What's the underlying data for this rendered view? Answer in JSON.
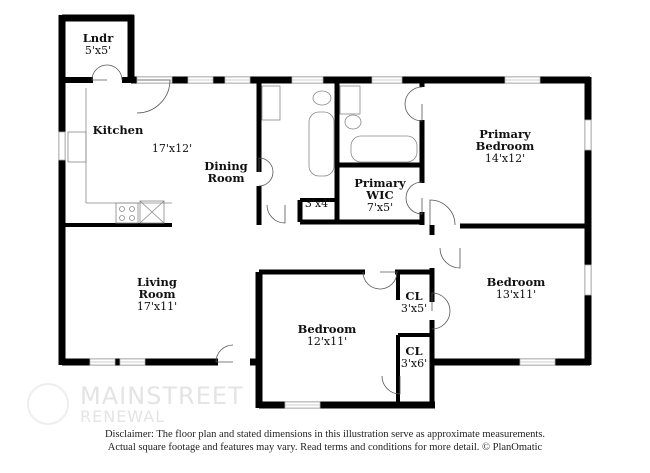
{
  "rooms": [
    {
      "id": "laundry",
      "name_lines": [
        "Lndr"
      ],
      "dims": "5'x5'"
    },
    {
      "id": "kitchen",
      "name_lines": [
        "Kitchen"
      ],
      "dims": "17'x12'"
    },
    {
      "id": "dining",
      "name_lines": [
        "Dining",
        "Room"
      ],
      "dims": ""
    },
    {
      "id": "closet-hall",
      "name_lines": [],
      "dims": "3'x4'"
    },
    {
      "id": "primary-wic",
      "name_lines": [
        "Primary",
        "WIC"
      ],
      "dims": "7'x5'"
    },
    {
      "id": "primary-bedroom",
      "name_lines": [
        "Primary",
        "Bedroom"
      ],
      "dims": "14'x12'"
    },
    {
      "id": "living",
      "name_lines": [
        "Living",
        "Room"
      ],
      "dims": "17'x11'"
    },
    {
      "id": "bedroom-2",
      "name_lines": [
        "Bedroom"
      ],
      "dims": "13'x11'"
    },
    {
      "id": "closet-1",
      "name_lines": [
        "CL"
      ],
      "dims": "3'x5'"
    },
    {
      "id": "bedroom-3",
      "name_lines": [
        "Bedroom"
      ],
      "dims": "12'x11'"
    },
    {
      "id": "closet-2",
      "name_lines": [
        "CL"
      ],
      "dims": "3'x6'"
    }
  ],
  "watermark": {
    "line1": "MAINSTREET",
    "line2": "RENEWAL"
  },
  "disclaimer": {
    "line1": "Disclaimer: The floor plan and stated dimensions in this illustration serve as approximate measurements.",
    "line2": "Actual square footage and features may vary. Read terms and conditions for more detail. © PlanOmatic"
  },
  "colors": {
    "wall": "#000000",
    "window": "#cccccc",
    "fixture": "#888888"
  }
}
